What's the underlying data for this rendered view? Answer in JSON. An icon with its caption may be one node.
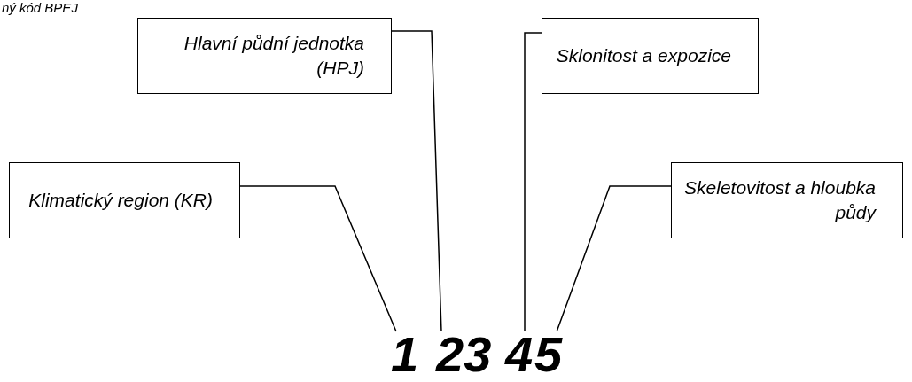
{
  "diagram": {
    "nodes": [
      {
        "text": [
          "Hlavní půdní jednotka (HPJ)"
        ]
      },
      {
        "text": [
          "Sklonitost a expozice"
        ]
      },
      {
        "text": [
          "Klimatický region (KR)"
        ]
      },
      {
        "text": [
          "Skeletovitost a hloubka půdy"
        ]
      },
      {
        "text": [
          "1"
        ]
      },
      {
        "text": [
          "23"
        ]
      },
      {
        "text": [
          "4"
        ]
      },
      {
        "text": [
          "5"
        ]
      }
    ],
    "edges": [
      {
        "from": 2,
        "to": 4,
        "arrow": "none"
      },
      {
        "from": 0,
        "to": 5,
        "arrow": "none"
      },
      {
        "from": 1,
        "to": 6,
        "arrow": "none"
      },
      {
        "from": 3,
        "to": 7,
        "arrow": "none"
      }
    ],
    "labels": [
      "ný kód BPEJ"
    ]
  }
}
